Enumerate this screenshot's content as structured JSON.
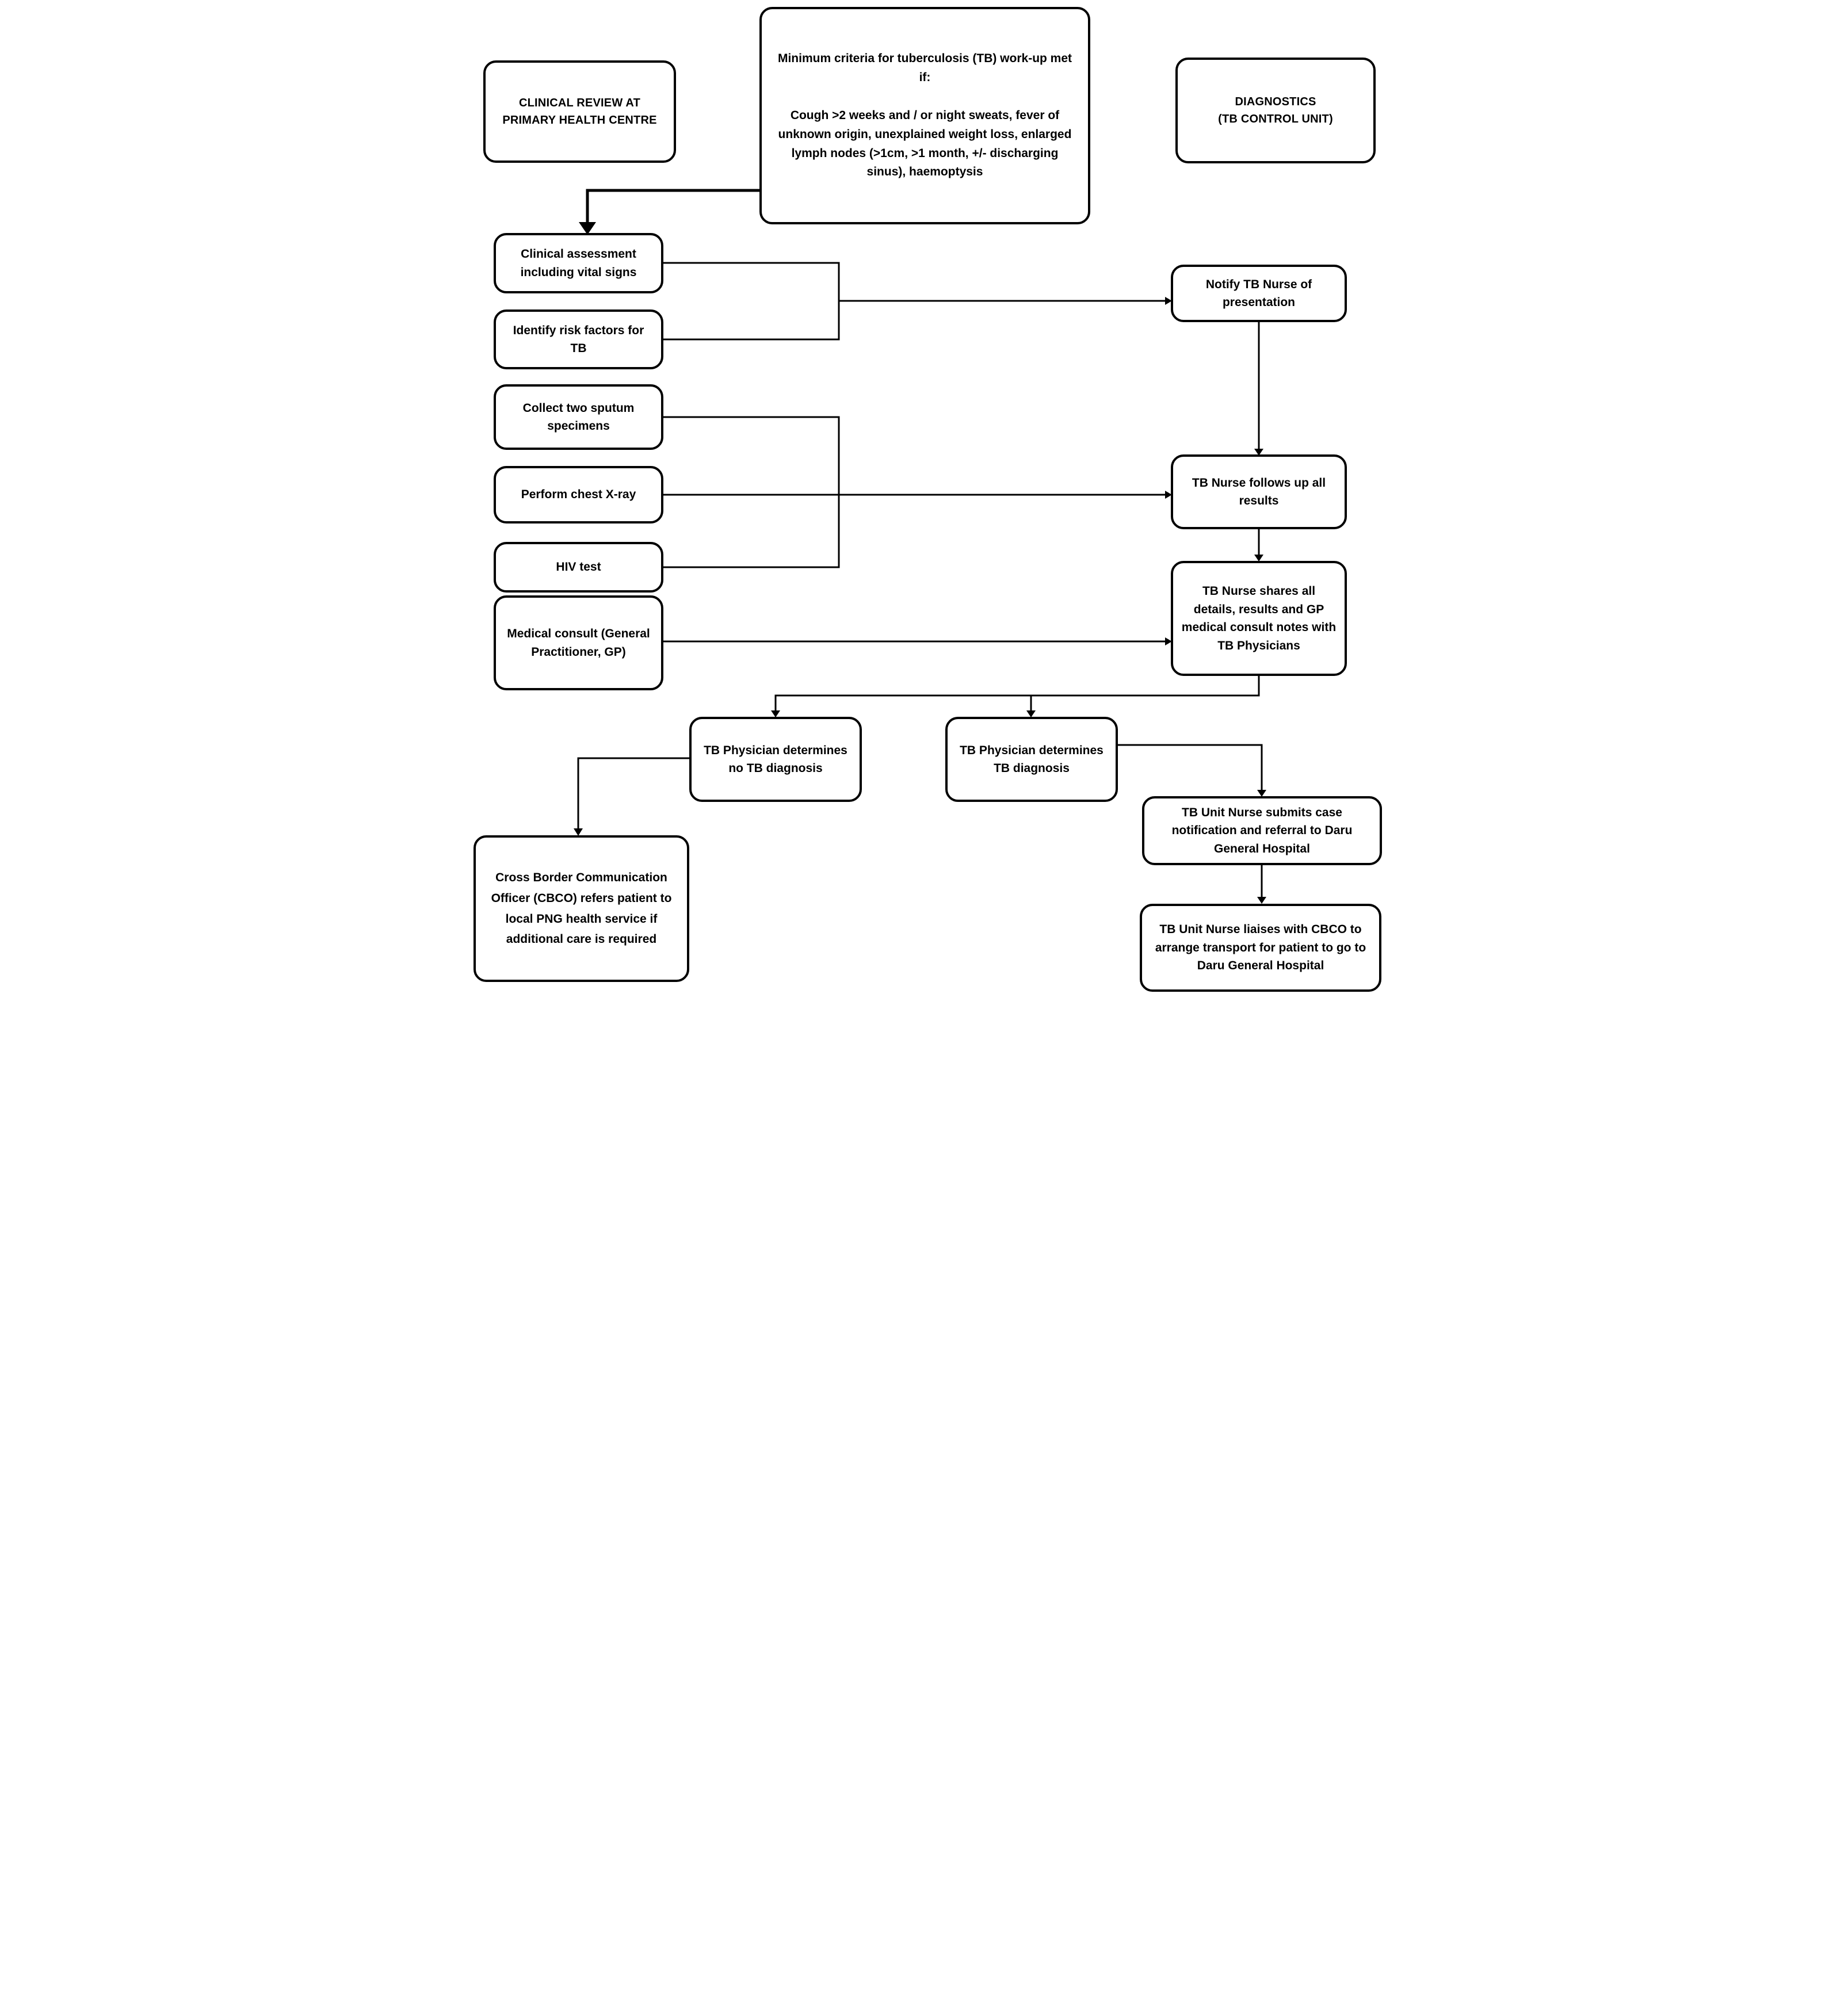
{
  "diagram": {
    "type": "flowchart",
    "colors": {
      "background": "#ffffff",
      "box_fill": "#ffffff",
      "box_border": "#000000",
      "line": "#000000",
      "text": "#000000"
    },
    "headers": {
      "clinical_review": "CLINICAL REVIEW AT PRIMARY HEALTH CENTRE",
      "diagnostics_line1": "DIAGNOSTICS",
      "diagnostics_line2": "(TB CONTROL UNIT)"
    },
    "criteria": {
      "header": "Minimum criteria for tuberculosis (TB) work-up met if:",
      "body": "Cough >2 weeks and / or night sweats, fever of unknown origin, unexplained weight loss, enlarged lymph nodes (>1cm, >1 month, +/- discharging sinus), haemoptysis"
    },
    "nodes": {
      "clinical_assessment": "Clinical assessment including vital signs",
      "identify_risk": "Identify risk factors for TB",
      "collect_sputum": "Collect two sputum specimens",
      "chest_xray": "Perform chest X-ray",
      "hiv_test": "HIV test",
      "medical_consult": "Medical consult (General Practitioner, GP)",
      "notify_nurse": "Notify TB Nurse of presentation",
      "follow_up": "TB Nurse follows up all results",
      "share_results": "TB Nurse shares all details, results and GP medical consult notes with TB Physicians",
      "no_tb": "TB Physician determines no TB diagnosis",
      "tb": "TB Physician determines TB diagnosis",
      "cbco": "Cross Border Communication Officer (CBCO) refers patient to local PNG health service if additional care is required",
      "submit_case": "TB Unit Nurse submits case notification and referral to Daru General Hospital",
      "liaise_transport": "TB Unit Nurse liaises with CBCO to arrange transport for patient to go to Daru General Hospital"
    }
  }
}
